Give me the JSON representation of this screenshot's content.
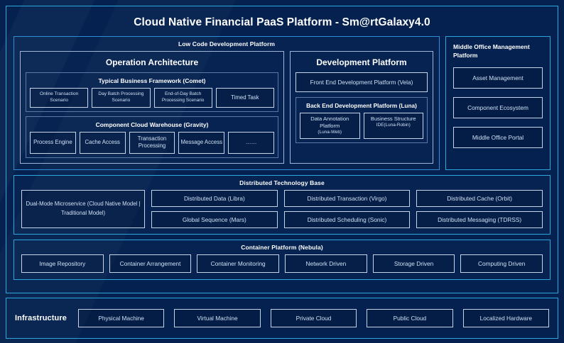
{
  "platform": {
    "title": "Cloud Native Financial PaaS Platform - Sm@rtGalaxy4.0"
  },
  "low_code": {
    "header": "Low Code Development Platform",
    "operation_architecture": {
      "title": "Operation Architecture",
      "business_framework": {
        "title": "Typical Business Framework (Comet)",
        "items": [
          "Online Transaction Scenario",
          "Day Batch Processing Scenario",
          "End-of-Day Batch Processing Scenario",
          "Timed Task"
        ]
      },
      "component_warehouse": {
        "title": "Component Cloud Warehouse (Gravity)",
        "items": [
          "Process Engine",
          "Cache Access",
          "Transaction Processing",
          "Message Access",
          "……"
        ]
      }
    },
    "development_platform": {
      "title": "Development Platform",
      "front_end": "Front End Development Platform (Vela)",
      "back_end": {
        "title": "Back End Development Platform (Luna)",
        "items": [
          {
            "name": "Data Annotation Platform",
            "sub": "(Luna-Web)"
          },
          {
            "name": "Business Structure",
            "sub": "IDE(Luna-Robin)"
          }
        ]
      }
    }
  },
  "middle_office": {
    "title": "Middle Office Management Platform",
    "items": [
      "Asset Management",
      "Component Ecosystem",
      "Middle Office Portal"
    ]
  },
  "technology_base": {
    "header": "Distributed Technology Base",
    "dual_mode": "Dual-Mode Microservice (Cloud Native Model | Traditional Model)",
    "columns": [
      [
        "Distributed Data (Libra)",
        "Global Sequence (Mars)"
      ],
      [
        "Distributed Transaction (Virgo)",
        "Distributed Scheduling (Sonic)"
      ],
      [
        "Distributed Cache (Orbit)",
        "Distributed Messaging (TDRSS)"
      ]
    ]
  },
  "container_platform": {
    "header": "Container Platform (Nebula)",
    "items": [
      "Image Repository",
      "Container Arrangement",
      "Container Monitoring",
      "Network Driven",
      "Storage Driven",
      "Computing Driven"
    ]
  },
  "infrastructure": {
    "label": "Infrastructure",
    "items": [
      "Physical Machine",
      "Virtual Machine",
      "Private Cloud",
      "Public Cloud",
      "Localized Hardware"
    ]
  },
  "colors": {
    "canvas": "#04214f",
    "accent_border": "#29a8e0",
    "panel_border": "#2f8fd4",
    "chip_border": "#c6d4e8",
    "chip_text": "#cfe0f5",
    "text": "#ffffff"
  }
}
